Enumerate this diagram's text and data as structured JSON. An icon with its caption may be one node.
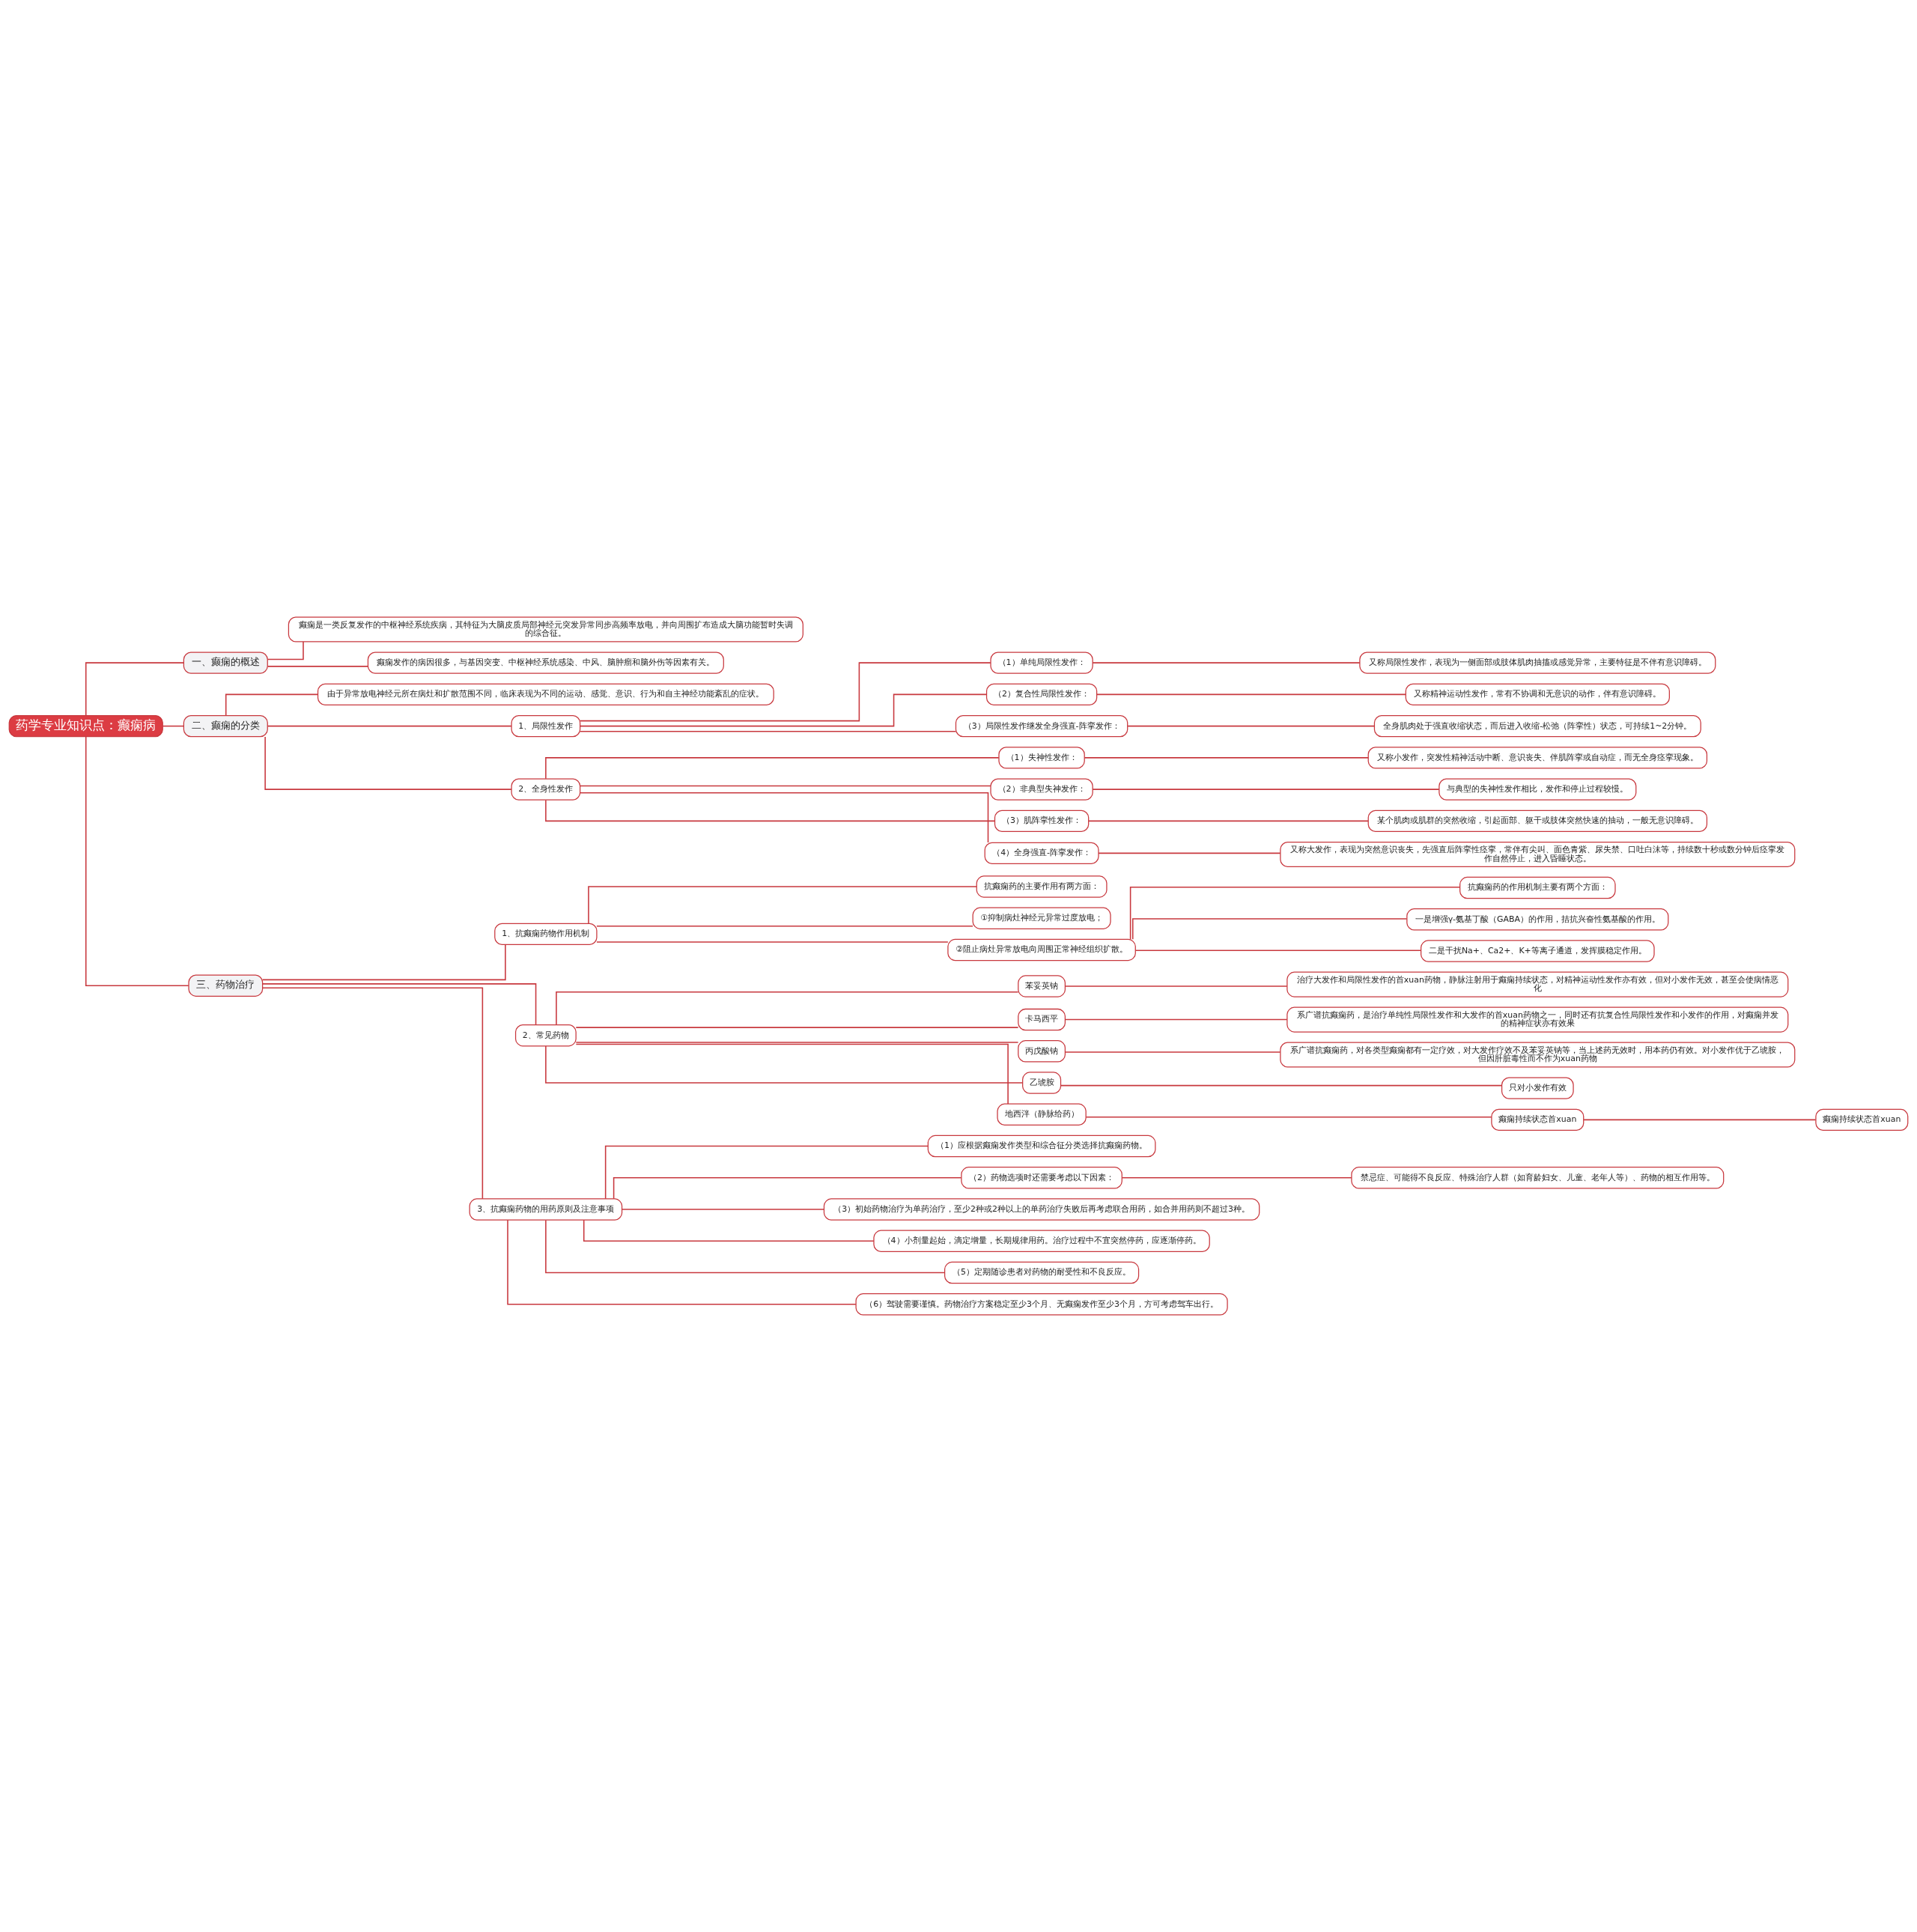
{
  "diagram": {
    "nodes": [
      {
        "text": [
          "药学专业知识点：癫痫病"
        ]
      },
      {
        "text": [
          "一、癫痫的概述"
        ]
      },
      {
        "text": [
          "癫痫是一类反复发作的中枢神经系统疾病，其特征为大脑皮质局部神经元突发异常同步高频率放电，并向周围扩布造成大脑功能暂时失调的综合征。"
        ]
      },
      {
        "text": [
          "癫痫发作的病因很多，与基因突变、中枢神经系统感染、中风、脑肿瘤和脑外伤等因素有关。"
        ]
      },
      {
        "text": [
          "二、癫痫的分类"
        ]
      },
      {
        "text": [
          "由于异常放电神经元所在病灶和扩散范围不同，临床表现为不同的运动、感觉、意识、行为和自主神经功能紊乱的症状。"
        ]
      },
      {
        "text": [
          "1、局限性发作"
        ]
      },
      {
        "text": [
          "（1）单纯局限性发作："
        ]
      },
      {
        "text": [
          "又称局限性发作，表现为一侧面部或肢体肌肉抽搐或感觉异常，主要特征是不伴有意识障碍。"
        ]
      },
      {
        "text": [
          "（2）复合性局限性发作："
        ]
      },
      {
        "text": [
          "又称精神运动性发作，常有不协调和无意识的动作，伴有意识障碍。"
        ]
      },
      {
        "text": [
          "（3）局限性发作继发全身强直-阵挛发作："
        ]
      },
      {
        "text": [
          "全身肌肉处于强直收缩状态，而后进入收缩-松弛（阵挛性）状态，可持续1~2分钟。"
        ]
      },
      {
        "text": [
          "2、全身性发作"
        ]
      },
      {
        "text": [
          "（1）失神性发作："
        ]
      },
      {
        "text": [
          "又称小发作，突发性精神活动中断、意识丧失、伴肌阵挛或自动症，而无全身痉挛现象。"
        ]
      },
      {
        "text": [
          "（2）非典型失神发作："
        ]
      },
      {
        "text": [
          "与典型的失神性发作相比，发作和停止过程较慢。"
        ]
      },
      {
        "text": [
          "（3）肌阵挛性发作："
        ]
      },
      {
        "text": [
          "某个肌肉或肌群的突然收缩，引起面部、躯干或肢体突然快速的抽动，一般无意识障碍。"
        ]
      },
      {
        "text": [
          "（4）全身强直-阵挛发作："
        ]
      },
      {
        "text": [
          "又称大发作，表现为突然意识丧失，先强直后阵挛性痉挛，常伴有尖叫、面色青紫、尿失禁、口吐白沫等，持续数十秒或数分钟后痉挛发作自然停止，进入昏睡状态。"
        ]
      },
      {
        "text": [
          "三、药物治疗"
        ]
      },
      {
        "text": [
          "1、抗癫痫药物作用机制"
        ]
      },
      {
        "text": [
          "抗癫痫药的主要作用有两方面："
        ]
      },
      {
        "text": [
          "①抑制病灶神经元异常过度放电；"
        ]
      },
      {
        "text": [
          "②阻止病灶异常放电向周围正常神经组织扩散。"
        ]
      },
      {
        "text": [
          "抗癫痫药的作用机制主要有两个方面："
        ]
      },
      {
        "text": [
          "一是增强γ-氨基丁酸（GABA）的作用，拮抗兴奋性氨基酸的作用。"
        ]
      },
      {
        "text": [
          "二是干扰Na+、Ca2+、K+等离子通道，发挥膜稳定作用。"
        ]
      },
      {
        "text": [
          "2、常见药物"
        ]
      },
      {
        "text": [
          "苯妥英钠"
        ]
      },
      {
        "text": [
          "治疗大发作和局限性发作的首xuan药物，静脉注射用于癫痫持续状态，对精神运动性发作亦有效，但对小发作无效，甚至会使病情恶化"
        ]
      },
      {
        "text": [
          "卡马西平"
        ]
      },
      {
        "text": [
          "系广谱抗癫痫药，是治疗单纯性局限性发作和大发作的首xuan药物之一，同时还有抗复合性局限性发作和小发作的作用，对癫痫并发的精神症状亦有效果"
        ]
      },
      {
        "text": [
          "丙戊酸钠"
        ]
      },
      {
        "text": [
          "系广谱抗癫痫药，对各类型癫痫都有一定疗效，对大发作疗效不及苯妥英钠等，当上述药无效时，用本药仍有效。对小发作优于乙琥胺，但因肝脏毒性而不作为xuan药物"
        ]
      },
      {
        "text": [
          "乙琥胺"
        ]
      },
      {
        "text": [
          "只对小发作有效"
        ]
      },
      {
        "text": [
          "地西泮（静脉给药）"
        ]
      },
      {
        "text": [
          "癫痫持续状态首xuan"
        ]
      },
      {
        "text": [
          "癫痫持续状态首xuan"
        ]
      },
      {
        "text": [
          "3、抗癫痫药物的用药原则及注意事项"
        ]
      },
      {
        "text": [
          "（1）应根据癫痫发作类型和综合征分类选择抗癫痫药物。"
        ]
      },
      {
        "text": [
          "（2）药物选项时还需要考虑以下因素："
        ]
      },
      {
        "text": [
          "禁忌症、可能得不良反应、特殊治疗人群（如育龄妇女、儿童、老年人等）、药物的相互作用等。"
        ]
      },
      {
        "text": [
          "（3）初始药物治疗为单药治疗，至少2种或2种以上的单药治疗失败后再考虑联合用药，如合并用药则不超过3种。"
        ]
      },
      {
        "text": [
          "（4）小剂量起始，滴定增量，长期规律用药。治疗过程中不宜突然停药，应逐渐停药。"
        ]
      },
      {
        "text": [
          "（5）定期随诊患者对药物的耐受性和不良反应。"
        ]
      },
      {
        "text": [
          "（6）驾驶需要谨慎。药物治疗方案稳定至少3个月、无癫痫发作至少3个月，方可考虑驾车出行。"
        ]
      }
    ],
    "edges": [
      {
        "from": 0,
        "to": 1,
        "arrow": "none"
      },
      {
        "from": 1,
        "to": 2,
        "arrow": "none"
      },
      {
        "from": 1,
        "to": 3,
        "arrow": "none"
      },
      {
        "from": 0,
        "to": 4,
        "arrow": "none"
      },
      {
        "from": 4,
        "to": 5,
        "arrow": "none"
      },
      {
        "from": 4,
        "to": 6,
        "arrow": "none"
      },
      {
        "from": 6,
        "to": 7,
        "arrow": "none"
      },
      {
        "from": 7,
        "to": 8,
        "arrow": "none"
      },
      {
        "from": 6,
        "to": 9,
        "arrow": "none"
      },
      {
        "from": 9,
        "to": 10,
        "arrow": "none"
      },
      {
        "from": 6,
        "to": 11,
        "arrow": "none"
      },
      {
        "from": 11,
        "to": 12,
        "arrow": "none"
      },
      {
        "from": 4,
        "to": 13,
        "arrow": "none"
      },
      {
        "from": 13,
        "to": 14,
        "arrow": "none"
      },
      {
        "from": 14,
        "to": 15,
        "arrow": "none"
      },
      {
        "from": 13,
        "to": 16,
        "arrow": "none"
      },
      {
        "from": 16,
        "to": 17,
        "arrow": "none"
      },
      {
        "from": 13,
        "to": 18,
        "arrow": "none"
      },
      {
        "from": 18,
        "to": 19,
        "arrow": "none"
      },
      {
        "from": 13,
        "to": 20,
        "arrow": "none"
      },
      {
        "from": 20,
        "to": 21,
        "arrow": "none"
      },
      {
        "from": 0,
        "to": 22,
        "arrow": "none"
      },
      {
        "from": 22,
        "to": 23,
        "arrow": "none"
      },
      {
        "from": 23,
        "to": 24,
        "arrow": "none"
      },
      {
        "from": 23,
        "to": 25,
        "arrow": "none"
      },
      {
        "from": 23,
        "to": 26,
        "arrow": "none"
      },
      {
        "from": 26,
        "to": 27,
        "arrow": "none"
      },
      {
        "from": 26,
        "to": 28,
        "arrow": "none"
      },
      {
        "from": 26,
        "to": 29,
        "arrow": "none"
      },
      {
        "from": 22,
        "to": 30,
        "arrow": "none"
      },
      {
        "from": 30,
        "to": 31,
        "arrow": "none"
      },
      {
        "from": 31,
        "to": 32,
        "arrow": "none"
      },
      {
        "from": 30,
        "to": 33,
        "arrow": "none"
      },
      {
        "from": 33,
        "to": 34,
        "arrow": "none"
      },
      {
        "from": 30,
        "to": 35,
        "arrow": "none"
      },
      {
        "from": 35,
        "to": 36,
        "arrow": "none"
      },
      {
        "from": 30,
        "to": 37,
        "arrow": "none"
      },
      {
        "from": 37,
        "to": 38,
        "arrow": "none"
      },
      {
        "from": 30,
        "to": 39,
        "arrow": "none"
      },
      {
        "from": 39,
        "to": 40,
        "arrow": "none"
      },
      {
        "from": 40,
        "to": 41,
        "arrow": "none"
      },
      {
        "from": 22,
        "to": 42,
        "arrow": "none"
      },
      {
        "from": 42,
        "to": 43,
        "arrow": "none"
      },
      {
        "from": 42,
        "to": 44,
        "arrow": "none"
      },
      {
        "from": 44,
        "to": 45,
        "arrow": "none"
      },
      {
        "from": 42,
        "to": 46,
        "arrow": "none"
      },
      {
        "from": 42,
        "to": 47,
        "arrow": "none"
      },
      {
        "from": 42,
        "to": 48,
        "arrow": "none"
      },
      {
        "from": 42,
        "to": 49,
        "arrow": "none"
      }
    ]
  }
}
